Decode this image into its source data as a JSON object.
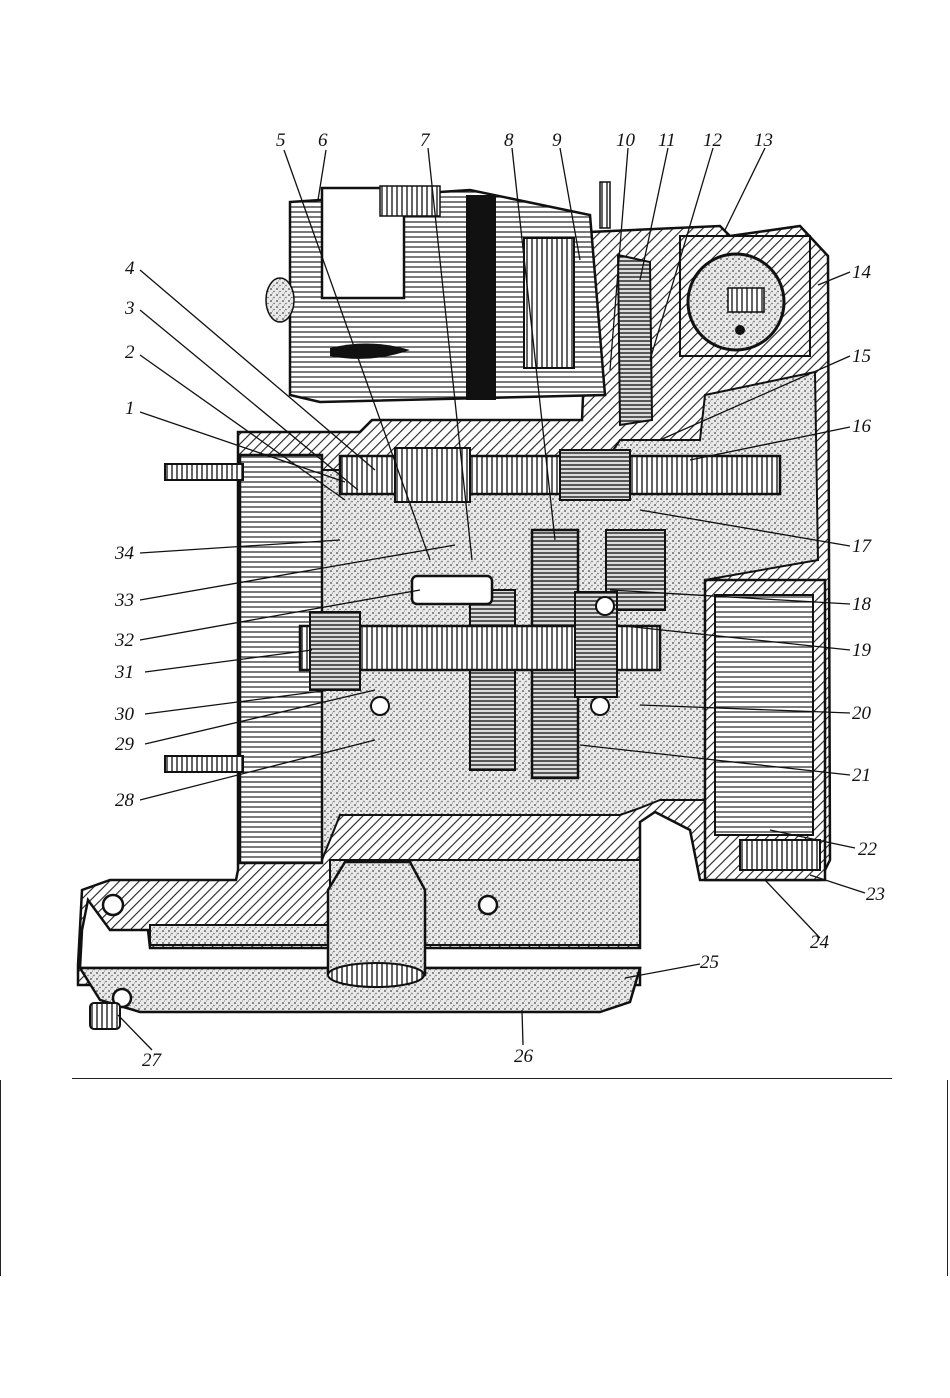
{
  "callouts": [
    "1",
    "2",
    "3",
    "4",
    "5",
    "6",
    "7",
    "8",
    "9",
    "10",
    "11",
    "12",
    "13",
    "14",
    "15",
    "16",
    "17",
    "18",
    "19",
    "20",
    "21",
    "22",
    "23",
    "24",
    "25",
    "26",
    "27",
    "28",
    "29",
    "30",
    "31",
    "32",
    "33",
    "34"
  ],
  "colors": {
    "ink": "#111111",
    "hatch": "#222222",
    "stipple": "#555555",
    "paper": "#ffffff"
  }
}
